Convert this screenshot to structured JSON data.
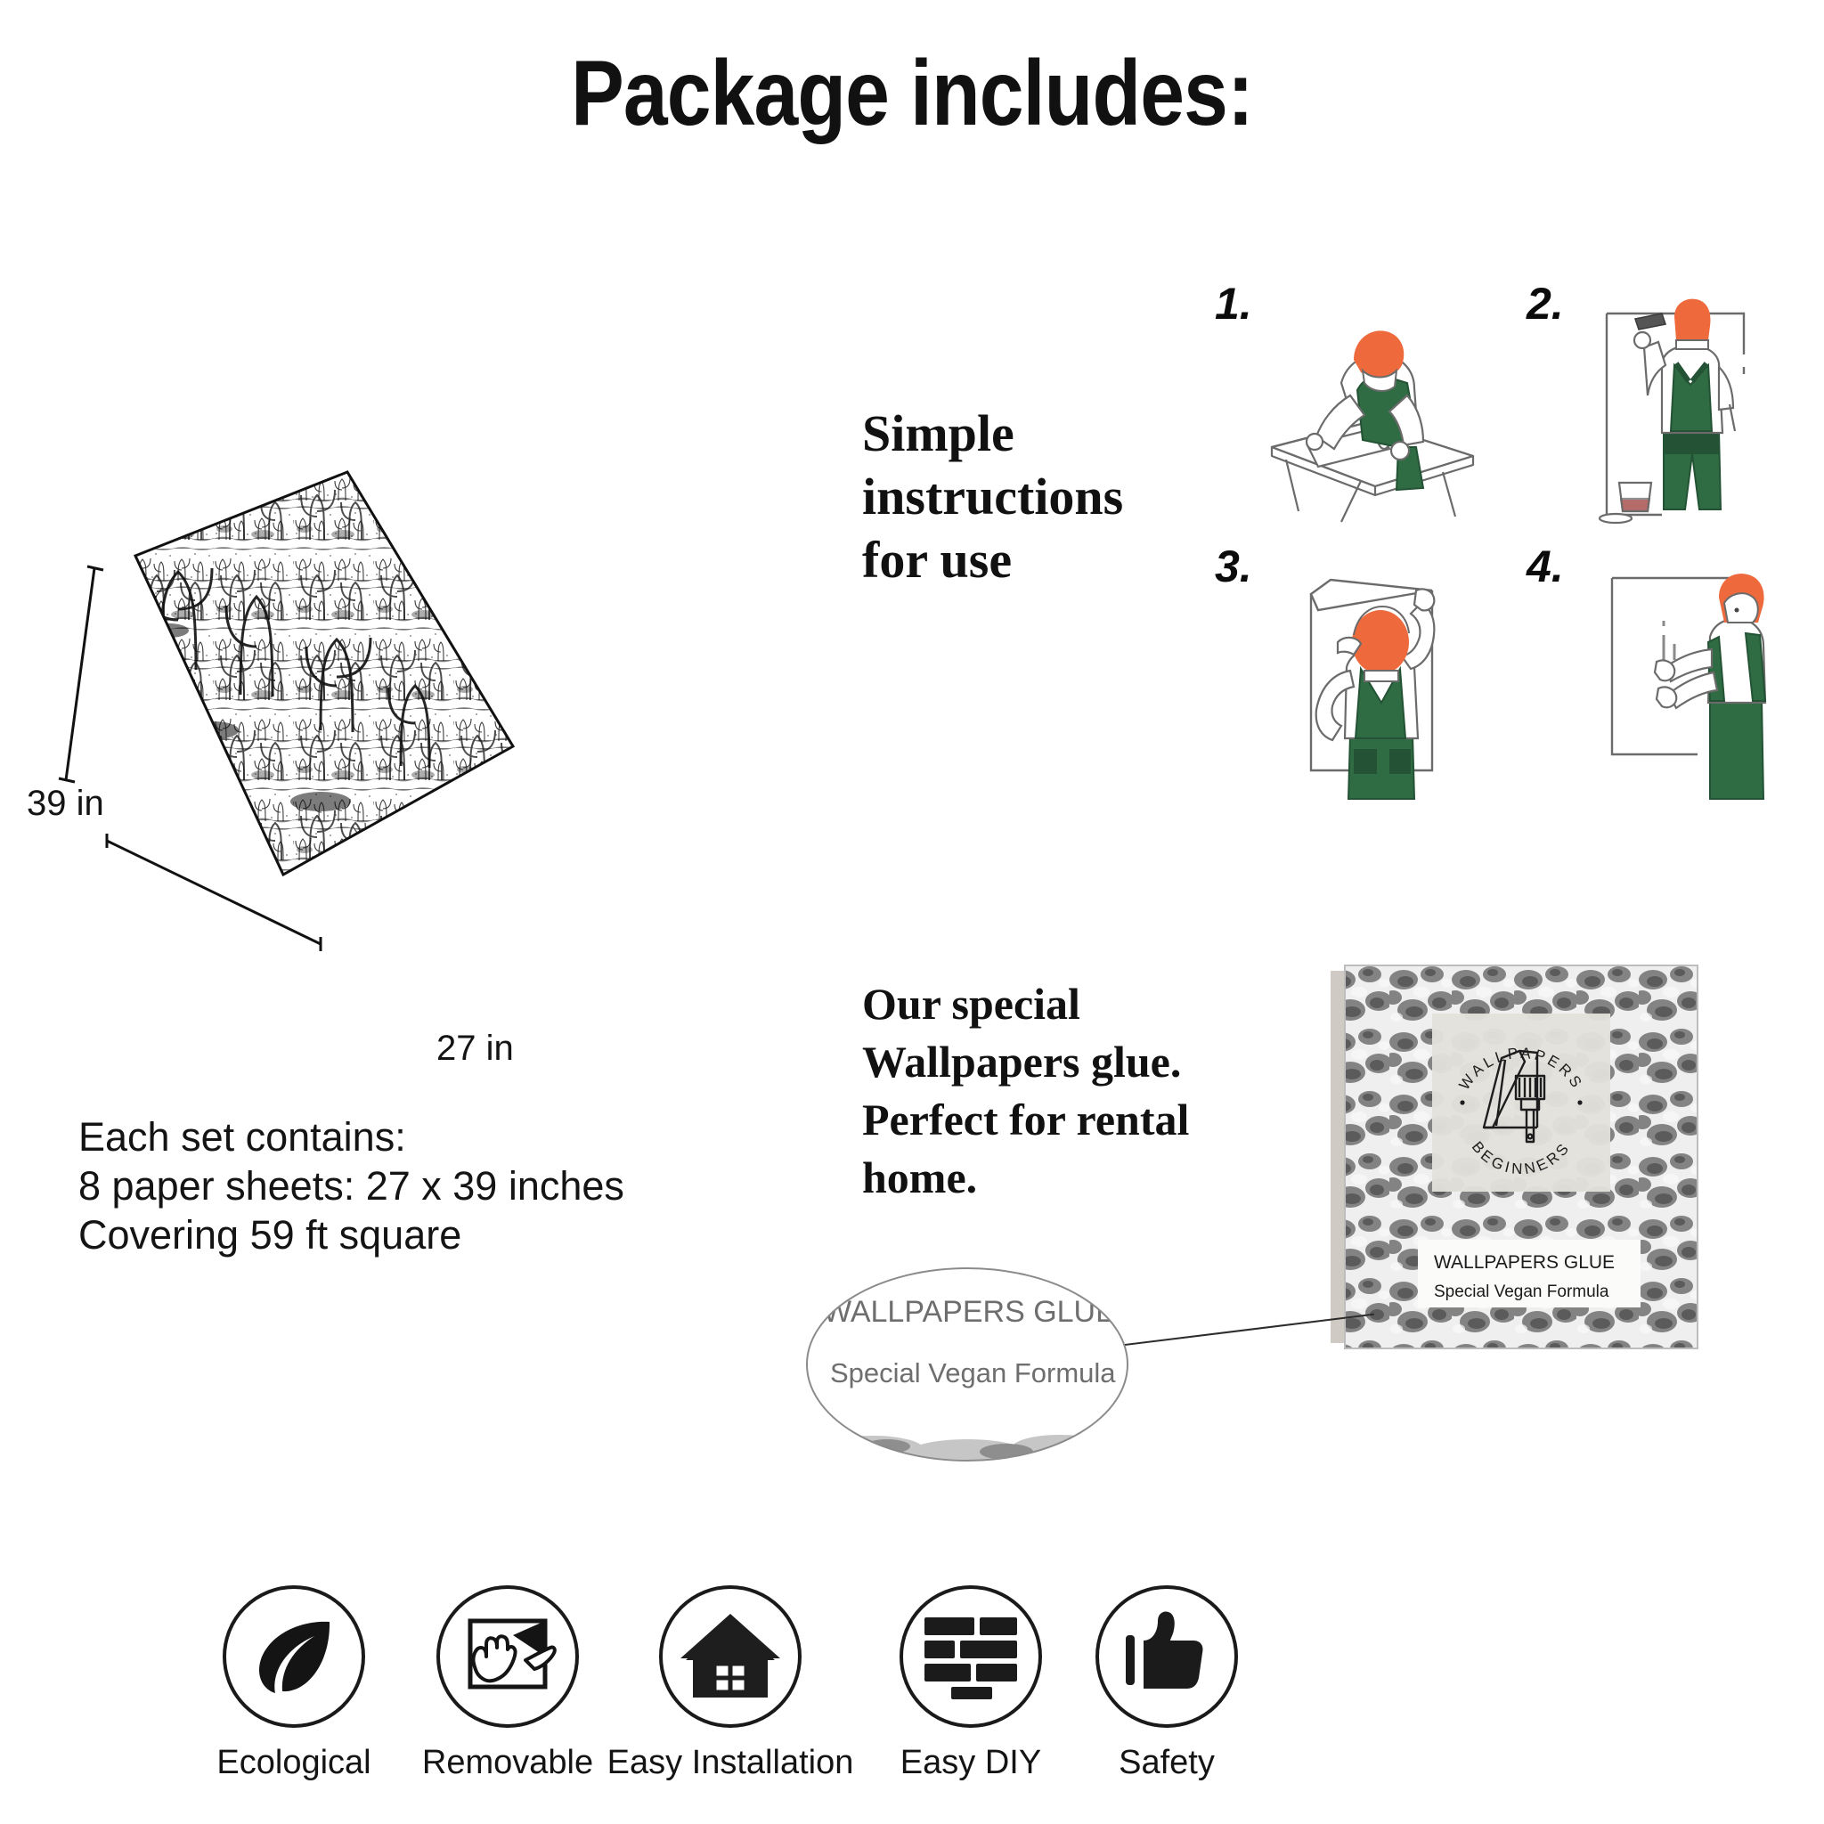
{
  "header": {
    "title": "Package includes:"
  },
  "sheet": {
    "height_label": "39 in",
    "width_label": "27 in",
    "contains_lines": "Each set contains:\n8 paper sheets: 27 x 39 inches\nCovering 59 ft square",
    "illustration_name": "cactus-desert-wallpaper-sheet"
  },
  "instructions": {
    "heading": "Simple\ninstructions\nfor use",
    "steps": [
      {
        "number": "1.",
        "icon": "worker-measuring-wallpaper-on-table"
      },
      {
        "number": "2.",
        "icon": "worker-applying-glue-to-wall"
      },
      {
        "number": "3.",
        "icon": "worker-hanging-wallpaper-sheet"
      },
      {
        "number": "4.",
        "icon": "worker-smoothing-wallpaper"
      }
    ]
  },
  "glue": {
    "heading": "Our special\nWallpapers glue.\nPerfect for rental\nhome.",
    "badge": {
      "top_arc": "WALLPAPERS",
      "bottom_arc": "BEGINNERS",
      "icon": "paint-brush-and-scraper-icon"
    },
    "label": {
      "title": "WALLPAPERS GLUE",
      "subtitle": "Special Vegan Formula"
    },
    "magnifier": {
      "title": "WALLPAPERS GLUE",
      "subtitle": "Special Vegan Formula"
    }
  },
  "features": [
    {
      "label": "Ecological",
      "icon": "leaf-icon"
    },
    {
      "label": "Removable",
      "icon": "hand-peeling-icon"
    },
    {
      "label": "Easy Installation",
      "icon": "house-icon"
    },
    {
      "label": "Easy DIY",
      "icon": "brick-wall-icon"
    },
    {
      "label": "Safety",
      "icon": "thumbs-up-icon"
    }
  ],
  "colors": {
    "ink": "#141414",
    "worker_green": "#2f6b43",
    "worker_green_dark": "#235334",
    "worker_hair": "#ee6a3c",
    "line": "#6b6b6b"
  }
}
